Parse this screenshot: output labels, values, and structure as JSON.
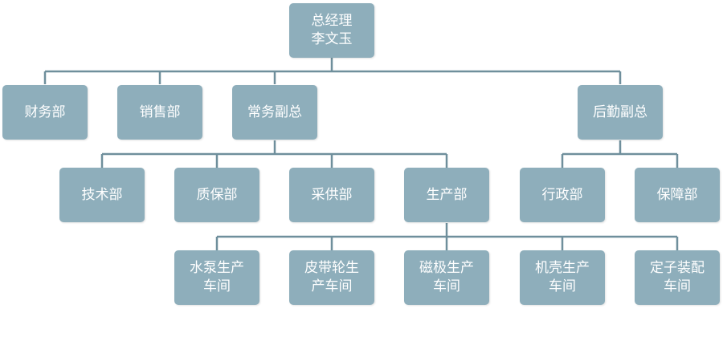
{
  "chart": {
    "root": {
      "line1": "总经理",
      "line2": "李文玉"
    },
    "level1": {
      "finance": "财务部",
      "sales": "销售部",
      "exec_vp": "常务副总",
      "logistics_vp": "后勤副总"
    },
    "level2": {
      "tech": "技术部",
      "quality": "质保部",
      "purchasing": "采供部",
      "production": "生产部",
      "admin": "行政部",
      "support": "保障部"
    },
    "level3": {
      "pump": {
        "line1": "水泵生产",
        "line2": "车间"
      },
      "belt": {
        "line1": "皮带轮生",
        "line2": "产车间"
      },
      "magnet": {
        "line1": "磁极生产",
        "line2": "车间"
      },
      "casing": {
        "line1": "机壳生产",
        "line2": "车间"
      },
      "stator": {
        "line1": "定子装配",
        "line2": "车间"
      }
    }
  },
  "colors": {
    "box": "#8eaebb",
    "line": "#6f8f9c",
    "text": "#ffffff"
  }
}
